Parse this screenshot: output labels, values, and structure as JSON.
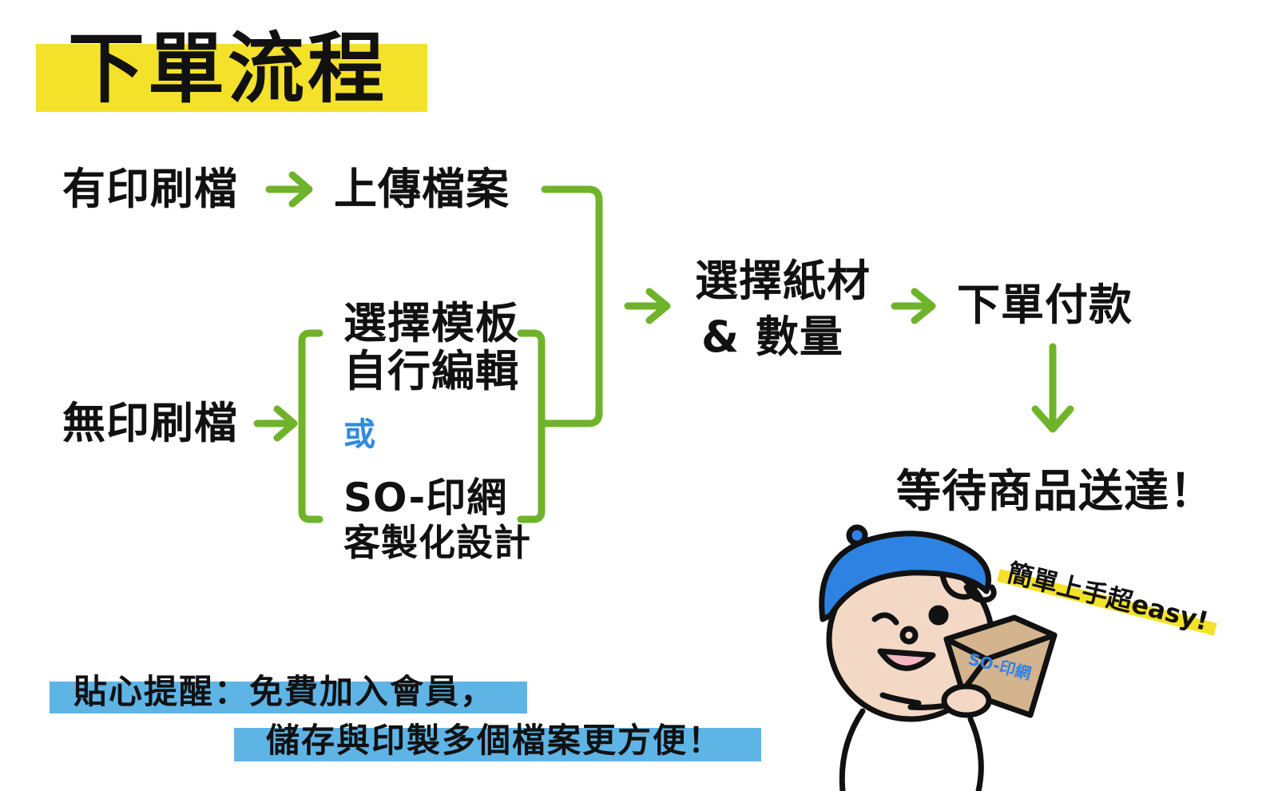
{
  "title": "下單流程",
  "flow": {
    "has_file": "有印刷檔",
    "upload_file": "上傳檔案",
    "no_file": "無印刷檔",
    "option_template_line1": "選擇模板",
    "option_template_line2": "自行編輯",
    "or_text": "或",
    "option_custom_line1": "SO-印網",
    "option_custom_line2": "客製化設計",
    "choose_paper_line1": "選擇紙材",
    "choose_paper_line2": "& 數量",
    "order_pay": "下單付款",
    "wait_delivery": "等待商品送達！"
  },
  "tip": {
    "line1": "貼心提醒：免費加入會員，",
    "line2": "儲存與印製多個檔案更方便！"
  },
  "mascot": {
    "slogan": "簡單上手超easy!",
    "box_label": "SO-印網"
  },
  "colors": {
    "title_highlight": "#f4e12a",
    "arrow_green": "#6fb32a",
    "or_blue": "#2f8ce0",
    "tip_highlight": "#5fb4e6",
    "beret_blue": "#2e83e2",
    "skin": "#f2d8c5",
    "box": "#d3b48e"
  }
}
